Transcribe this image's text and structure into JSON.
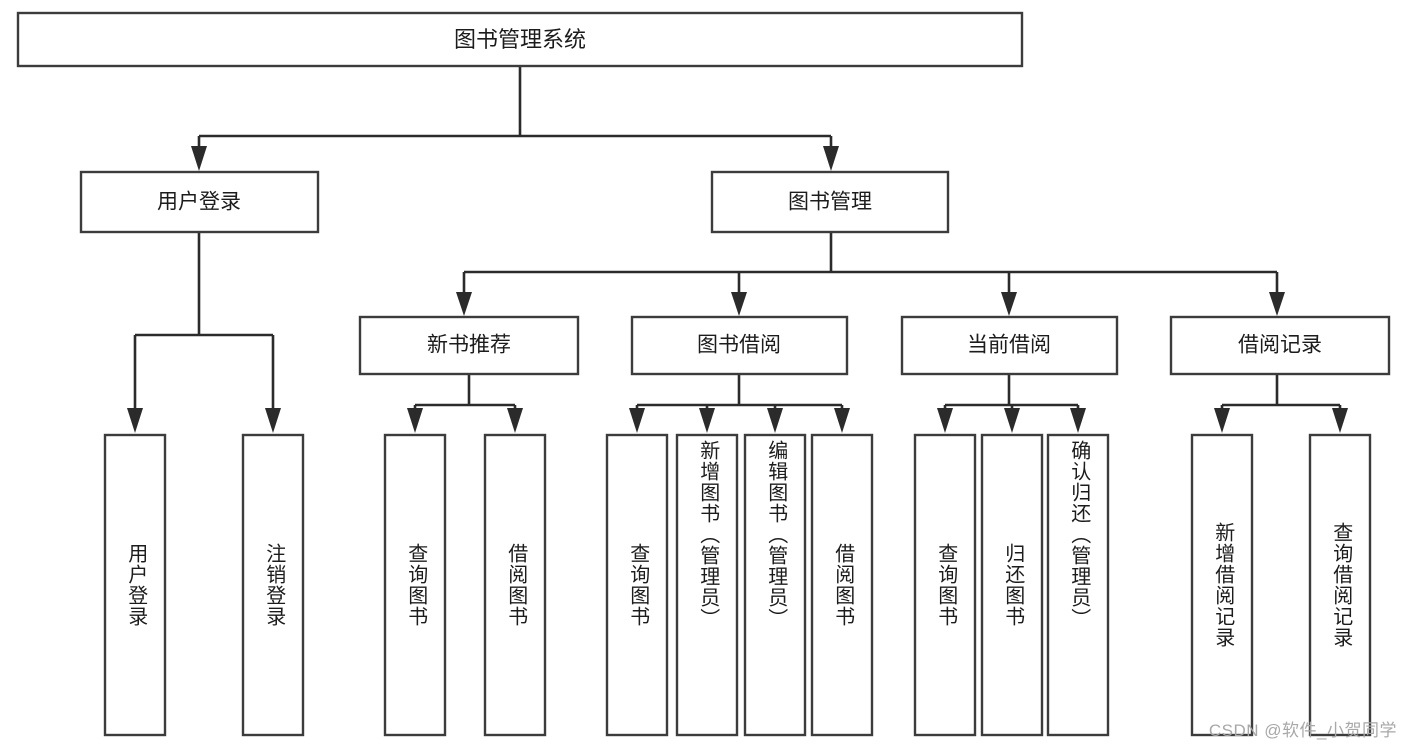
{
  "diagram": {
    "title": "图书管理系统",
    "watermark": "CSDN @软件_小贺同学",
    "type": "tree-hierarchy",
    "colors": {
      "box_fill": "#ffffff",
      "box_stroke": "#3c3c3c",
      "connector": "#2b2b2b",
      "text": "#1c1c1c",
      "watermark": "#a8a8a8",
      "background": "#ffffff"
    },
    "root": {
      "label": "图书管理系统",
      "orientation": "horizontal"
    },
    "level2": [
      {
        "label": "用户登录",
        "orientation": "horizontal"
      },
      {
        "label": "图书管理",
        "orientation": "horizontal"
      }
    ],
    "level3": [
      {
        "label": "新书推荐",
        "orientation": "horizontal",
        "parent": "图书管理"
      },
      {
        "label": "图书借阅",
        "orientation": "horizontal",
        "parent": "图书管理"
      },
      {
        "label": "当前借阅",
        "orientation": "horizontal",
        "parent": "图书管理"
      },
      {
        "label": "借阅记录",
        "orientation": "horizontal",
        "parent": "图书管理"
      }
    ],
    "leaves": {
      "用户登录": [
        {
          "label": "用户登录",
          "orientation": "vertical"
        },
        {
          "label": "注销登录",
          "orientation": "vertical"
        }
      ],
      "新书推荐": [
        {
          "label": "查询图书",
          "orientation": "vertical"
        },
        {
          "label": "借阅图书",
          "orientation": "vertical"
        }
      ],
      "图书借阅": [
        {
          "label": "查询图书",
          "orientation": "vertical"
        },
        {
          "label": "新增图书（管理员）",
          "orientation": "vertical"
        },
        {
          "label": "编辑图书（管理员）",
          "orientation": "vertical"
        },
        {
          "label": "借阅图书",
          "orientation": "vertical"
        }
      ],
      "当前借阅": [
        {
          "label": "查询图书",
          "orientation": "vertical"
        },
        {
          "label": "归还图书",
          "orientation": "vertical"
        },
        {
          "label": "确认归还（管理员）",
          "orientation": "vertical"
        }
      ],
      "借阅记录": [
        {
          "label": "新增借阅记录",
          "orientation": "vertical"
        },
        {
          "label": "查询借阅记录",
          "orientation": "vertical"
        }
      ]
    }
  }
}
